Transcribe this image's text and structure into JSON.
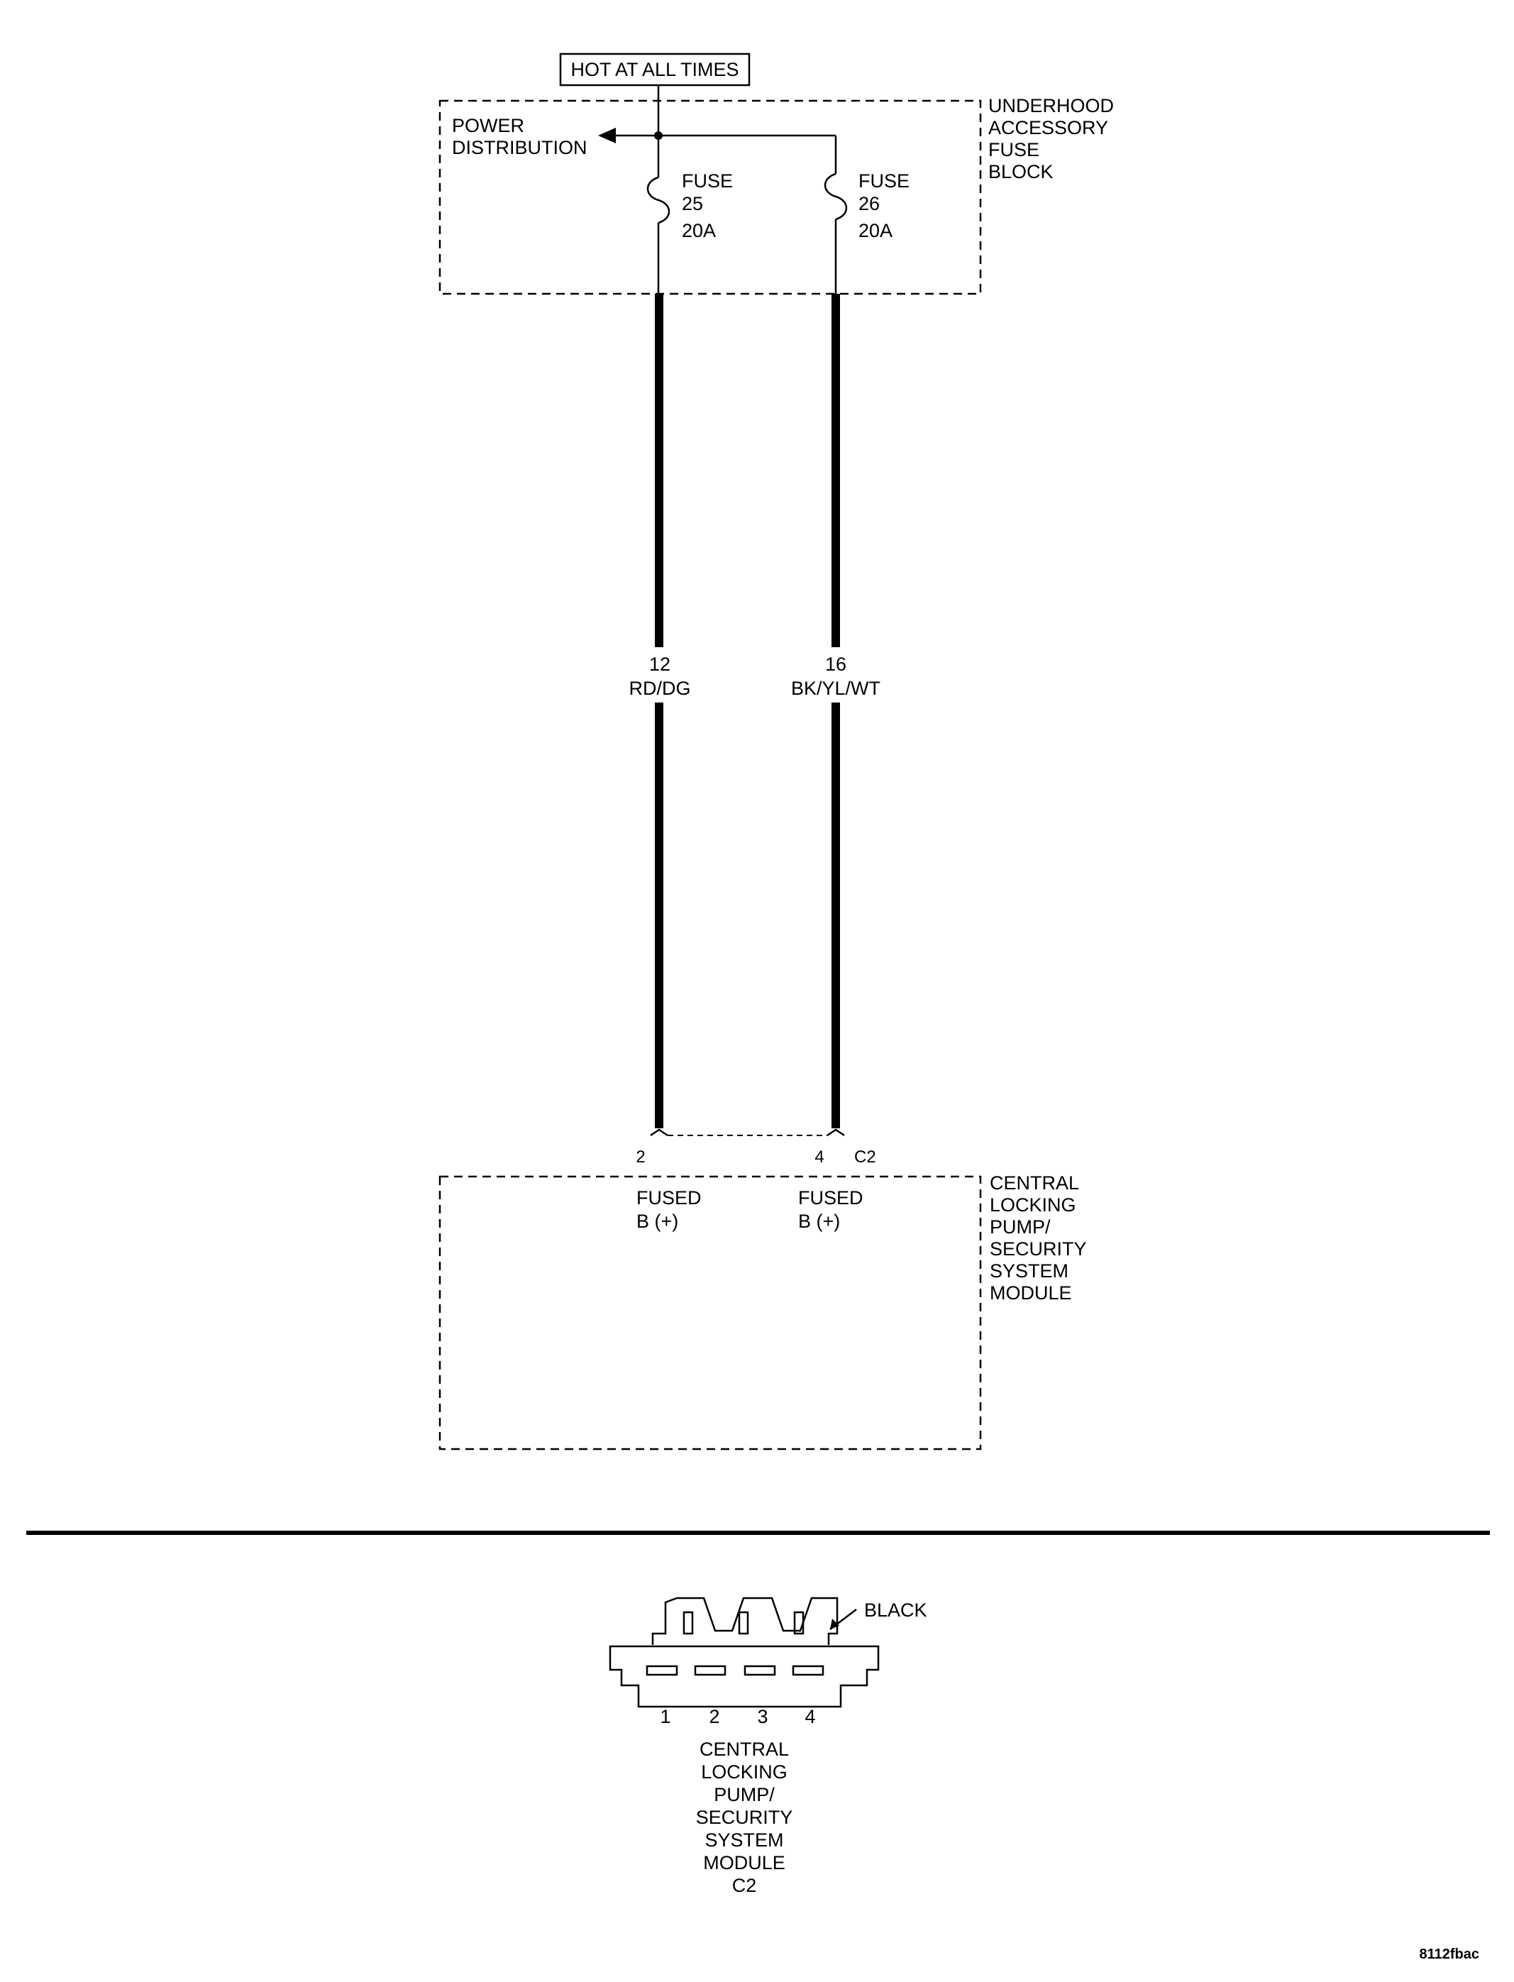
{
  "header": {
    "hot_label": "HOT AT ALL TIMES"
  },
  "fuse_block": {
    "name_lines": [
      "UNDERHOOD",
      "ACCESSORY",
      "FUSE",
      "BLOCK"
    ],
    "power_distribution_lines": [
      "POWER",
      "DISTRIBUTION"
    ],
    "fuses": [
      {
        "label": "FUSE",
        "number": "25",
        "rating": "20A"
      },
      {
        "label": "FUSE",
        "number": "26",
        "rating": "20A"
      }
    ]
  },
  "wires": [
    {
      "gauge": "12",
      "color": "RD/DG",
      "pin": "2"
    },
    {
      "gauge": "16",
      "color": "BK/YL/WT",
      "pin": "4"
    }
  ],
  "module": {
    "connector_ref": "C2",
    "name_lines": [
      "CENTRAL",
      "LOCKING",
      "PUMP/",
      "SECURITY",
      "SYSTEM",
      "MODULE"
    ],
    "pin_labels": [
      {
        "line1": "FUSED",
        "line2": "B (+)"
      },
      {
        "line1": "FUSED",
        "line2": "B (+)"
      }
    ]
  },
  "connector_view": {
    "color_label": "BLACK",
    "pins": [
      "1",
      "2",
      "3",
      "4"
    ],
    "name_lines": [
      "CENTRAL",
      "LOCKING",
      "PUMP/",
      "SECURITY",
      "SYSTEM",
      "MODULE",
      "C2"
    ]
  },
  "figure_id": "8112fbac"
}
